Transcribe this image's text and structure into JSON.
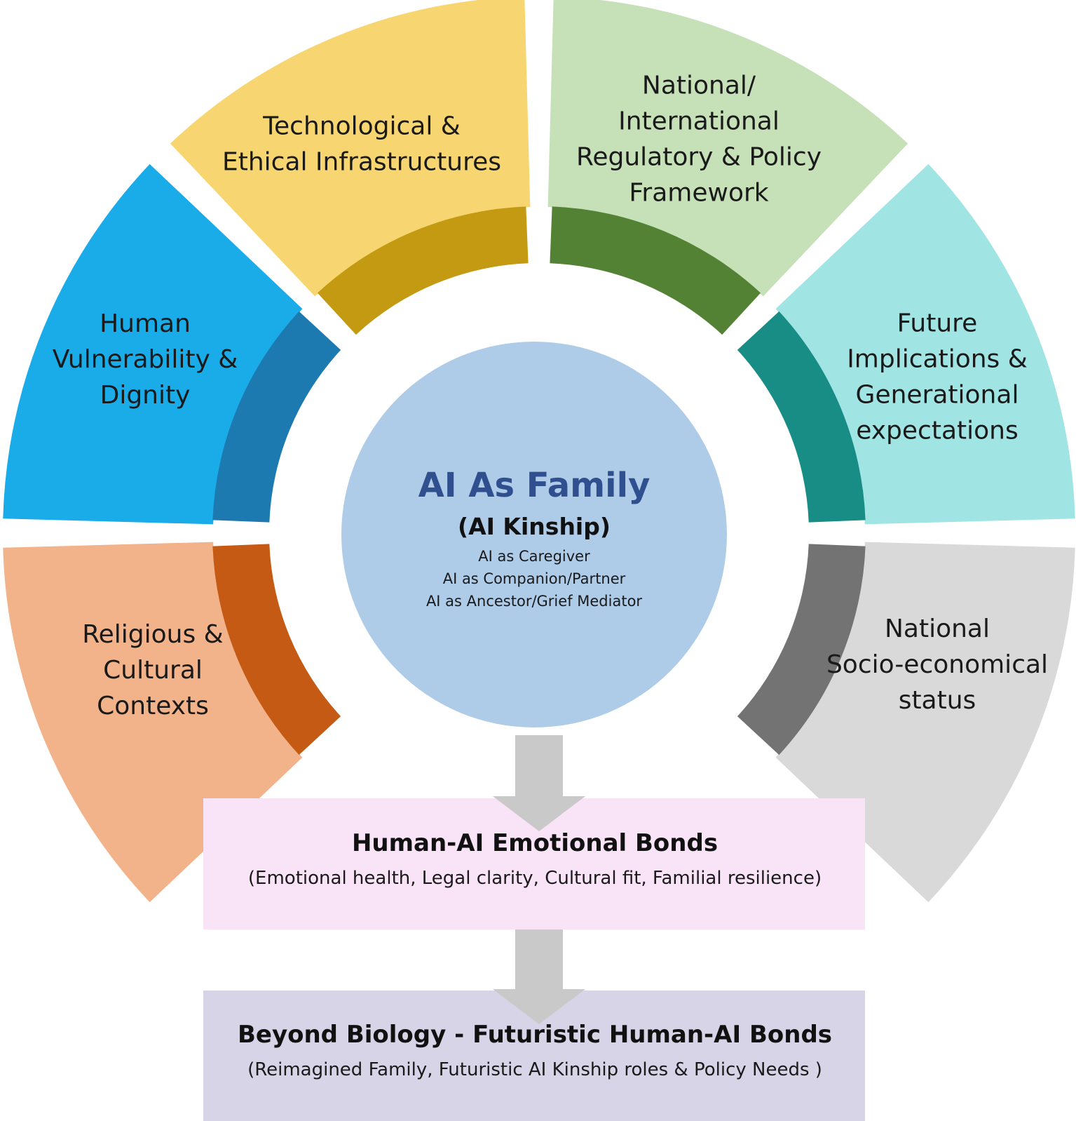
{
  "center": {
    "title": "AI As Family",
    "subtitle": "(AI Kinship)",
    "roles": [
      "AI as Caregiver",
      "AI as Companion/Partner",
      "AI as Ancestor/Grief Mediator"
    ],
    "fill": "#aecbe8",
    "title_color": "#2f4f8f"
  },
  "segments": [
    {
      "id": "religious",
      "lines": [
        "Religious &",
        "Cultural",
        "Contexts"
      ],
      "fill": "#f2b38a",
      "band": "#c55a14"
    },
    {
      "id": "human",
      "lines": [
        "Human",
        "Vulnerability &",
        "Dignity"
      ],
      "fill": "#1aace8",
      "band": "#1d7ab1"
    },
    {
      "id": "technological",
      "lines": [
        "Technological &",
        "Ethical Infrastructures"
      ],
      "fill": "#f7d672",
      "band": "#c49a12"
    },
    {
      "id": "regulatory",
      "lines": [
        "National/",
        "International",
        "Regulatory & Policy",
        "Framework"
      ],
      "fill": "#c6e0b8",
      "band": "#548235"
    },
    {
      "id": "future",
      "lines": [
        "Future",
        "Implications &",
        "Generational",
        "expectations"
      ],
      "fill": "#a0e4e4",
      "band": "#178d86"
    },
    {
      "id": "socioeconomic",
      "lines": [
        "National",
        "Socio-economical",
        "status"
      ],
      "fill": "#d9d9d9",
      "band": "#737373"
    }
  ],
  "boxes": [
    {
      "id": "bonds",
      "title": "Human-AI Emotional Bonds",
      "subtitle": "(Emotional health, Legal clarity, Cultural fit, Familial resilience)",
      "fill": "#f9e3f7"
    },
    {
      "id": "beyond",
      "title": "Beyond Biology - Futuristic Human-AI Bonds",
      "subtitle": "(Reimagined Family, Futuristic AI Kinship roles & Policy Needs )",
      "fill": "#d6d4e6"
    }
  ],
  "arrow_color": "#c9c9c9"
}
